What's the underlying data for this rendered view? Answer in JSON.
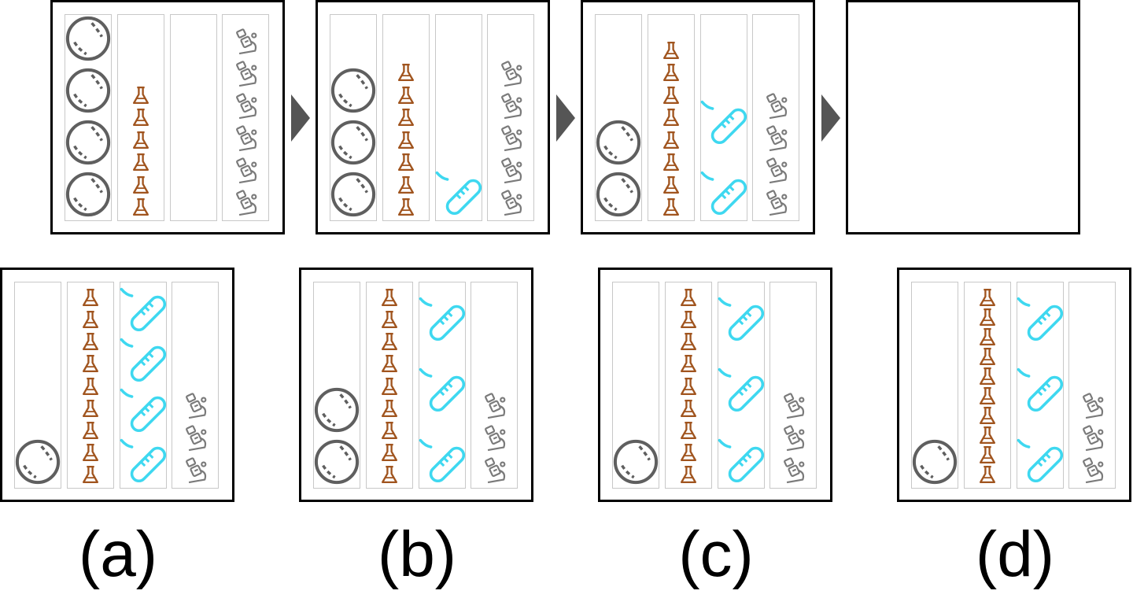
{
  "colors": {
    "ball": "#5f5f5f",
    "flask": "#a0541e",
    "thermometer": "#3ed8f0",
    "microscope": "#7a7a7a",
    "arrow": "#555555",
    "border": "#000000",
    "column": "#c8c8c8"
  },
  "icon_names": [
    "baseball-icon",
    "flask-icon",
    "thermometer-icon",
    "microscope-icon"
  ],
  "sequence": [
    {
      "id": "s1",
      "columns": [
        {
          "icon": "ball",
          "count": 4
        },
        {
          "icon": "flask",
          "count": 6
        },
        {
          "icon": "thermometer",
          "count": 0
        },
        {
          "icon": "microscope",
          "count": 6
        }
      ]
    },
    {
      "id": "s2",
      "columns": [
        {
          "icon": "ball",
          "count": 3
        },
        {
          "icon": "flask",
          "count": 7
        },
        {
          "icon": "thermometer",
          "count": 1
        },
        {
          "icon": "microscope",
          "count": 5
        }
      ]
    },
    {
      "id": "s3",
      "columns": [
        {
          "icon": "ball",
          "count": 2
        },
        {
          "icon": "flask",
          "count": 8
        },
        {
          "icon": "thermometer",
          "count": 2
        },
        {
          "icon": "microscope",
          "count": 4
        }
      ]
    },
    {
      "id": "s4",
      "columns": []
    }
  ],
  "options": [
    {
      "label": "(a)",
      "columns": [
        {
          "icon": "ball",
          "count": 1
        },
        {
          "icon": "flask",
          "count": 9
        },
        {
          "icon": "thermometer",
          "count": 4
        },
        {
          "icon": "microscope",
          "count": 3
        }
      ]
    },
    {
      "label": "(b)",
      "columns": [
        {
          "icon": "ball",
          "count": 2
        },
        {
          "icon": "flask",
          "count": 9
        },
        {
          "icon": "thermometer",
          "count": 3
        },
        {
          "icon": "microscope",
          "count": 3
        }
      ]
    },
    {
      "label": "(c)",
      "columns": [
        {
          "icon": "ball",
          "count": 1
        },
        {
          "icon": "flask",
          "count": 9
        },
        {
          "icon": "thermometer",
          "count": 3
        },
        {
          "icon": "microscope",
          "count": 3
        }
      ]
    },
    {
      "label": "(d)",
      "columns": [
        {
          "icon": "ball",
          "count": 1
        },
        {
          "icon": "flask",
          "count": 10
        },
        {
          "icon": "thermometer",
          "count": 3
        },
        {
          "icon": "microscope",
          "count": 3
        }
      ]
    }
  ]
}
